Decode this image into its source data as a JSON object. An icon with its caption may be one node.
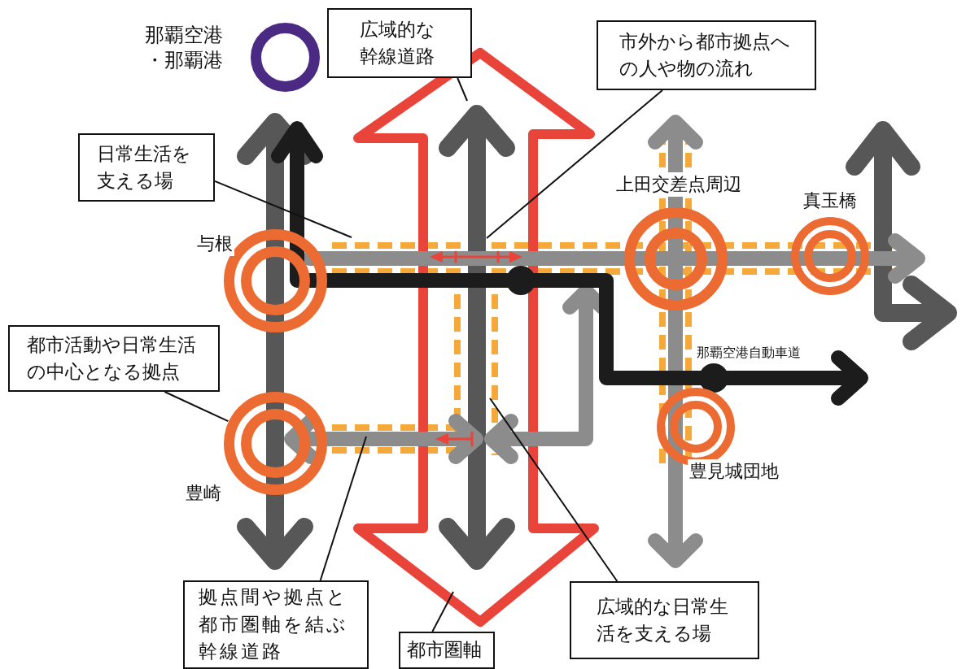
{
  "diagram": {
    "nodes": [
      {
        "text": [],
        "shape": "circle",
        "beside": [
          "那覇空港・那覇港"
        ]
      },
      {
        "text": [
          "広域的な幹線道路"
        ]
      },
      {
        "text": [
          "市外から都市拠点への人や物の流れ"
        ]
      },
      {
        "text": [
          "日常生活を支える場"
        ]
      },
      {
        "text": [],
        "shape": "circle",
        "beside": [
          "上田交差点周辺"
        ]
      },
      {
        "text": [],
        "shape": "circle",
        "beside": [
          "真玉橋"
        ]
      },
      {
        "text": [],
        "shape": "circle",
        "beside": [
          "与根"
        ]
      },
      {
        "text": [
          "都市活動や日常生活の中心となる拠点"
        ]
      },
      {
        "text": [],
        "shape": "circle",
        "beside": [
          "豊崎"
        ]
      },
      {
        "text": [],
        "shape": "circle",
        "beside": [
          "豊見城団地"
        ]
      },
      {
        "text": [
          "拠点間や拠点と都市圏軸を結ぶ幹線道路"
        ]
      },
      {
        "text": [
          "広域的な日常生活を支える場"
        ]
      },
      {
        "text": [
          "都市圏軸"
        ]
      }
    ],
    "edges": [
      {
        "from": 1,
        "to": null,
        "arrow": "none"
      },
      {
        "from": 2,
        "to": null,
        "arrow": "none"
      },
      {
        "from": 3,
        "to": null,
        "arrow": "none"
      },
      {
        "from": 7,
        "to": 8,
        "arrow": "none"
      },
      {
        "from": 10,
        "to": null,
        "arrow": "none"
      },
      {
        "from": 11,
        "to": null,
        "arrow": "none"
      },
      {
        "from": 12,
        "to": null,
        "arrow": "none"
      }
    ],
    "labels": [
      "那覇空港自動車道"
    ]
  }
}
